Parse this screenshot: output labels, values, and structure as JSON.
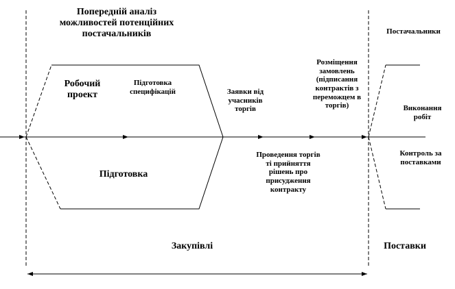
{
  "labels": {
    "analysis": "Попередній аналіз можливостей потенційних постачальників",
    "working_project": "Робочий проект",
    "spec_prep": "Підготовка специфікацій",
    "preparation": "Підготовка",
    "bids": "Заявки від учасників торгів",
    "placing_orders": "Розміщення замовлень (підписання контрактів з переможцем в торгів)",
    "tender": "Проведення торгів ті прийняття рішень про присудження контракту",
    "suppliers": "Постачальники",
    "works": "Виконання робіт",
    "control": "Контроль за поставками",
    "procurement": "Закупівлі",
    "deliveries": "Поставки"
  }
}
